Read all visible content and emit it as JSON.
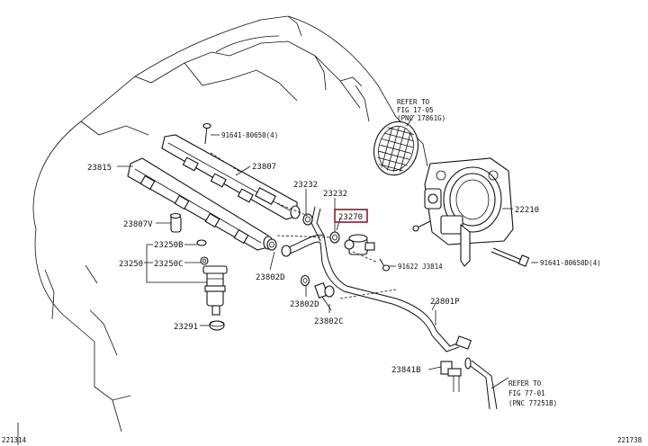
{
  "labels": {
    "p91641_80650": "91641-80650(4)",
    "p23815": "23815",
    "p23807": "23807",
    "p23232a": "23232",
    "p23232b": "23232",
    "p23270": "23270",
    "p23807v": "23807V",
    "p23250b": "23250B",
    "p23250": "23250",
    "p23250c": "23250C",
    "p23802d_a": "23802D",
    "p23802d_b": "23802D",
    "p23802c": "23802C",
    "p23291": "23291",
    "p91622": "91622 J3814",
    "p23801p": "23801P",
    "p23841b": "23841B",
    "p22210": "22210",
    "p91641_80650d": "91641-80650D(4)",
    "refer1_l1": "REFER TO",
    "refer1_l2": "FIG 17-05",
    "refer1_l3": "(PNC 17861G)",
    "refer2_l1": "REFER TO",
    "refer2_l2": "FIG 77-01",
    "refer2_l3": "(PNC 77251B)",
    "code_left": "221314",
    "code_right": "221738"
  },
  "colors": {
    "highlight": "#8b1a2b",
    "ink": "#111111"
  }
}
